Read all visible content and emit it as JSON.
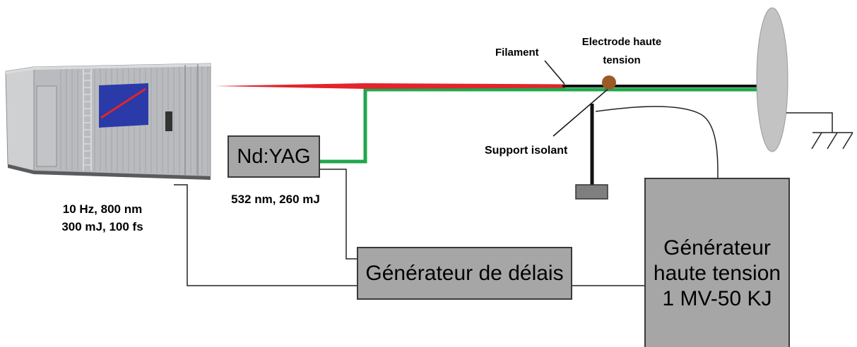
{
  "labels": {
    "filament": "Filament",
    "electrode_line1": "Electrode haute",
    "electrode_line2": "tension",
    "support": "Support isolant",
    "ndyag": "Nd:YAG",
    "ndyag_specs": "532 nm, 260 mJ",
    "laser_specs_line1": "10 Hz, 800 nm",
    "laser_specs_line2": "300 mJ, 100 fs",
    "delay_generator": "Générateur de délais",
    "hv_line1": "Générateur",
    "hv_line2": "haute tension",
    "hv_line3": "1 MV-50 KJ"
  },
  "colors": {
    "laser_red": "#e3242b",
    "laser_green": "#1fa74b",
    "filament_black": "#111111",
    "electrode_brown": "#9b5a26",
    "box_gray": "#a6a6a6",
    "disc_gray": "#c3c3c3",
    "container_gray": "#b9bbbe",
    "panel_blue": "#2a3aa8"
  }
}
